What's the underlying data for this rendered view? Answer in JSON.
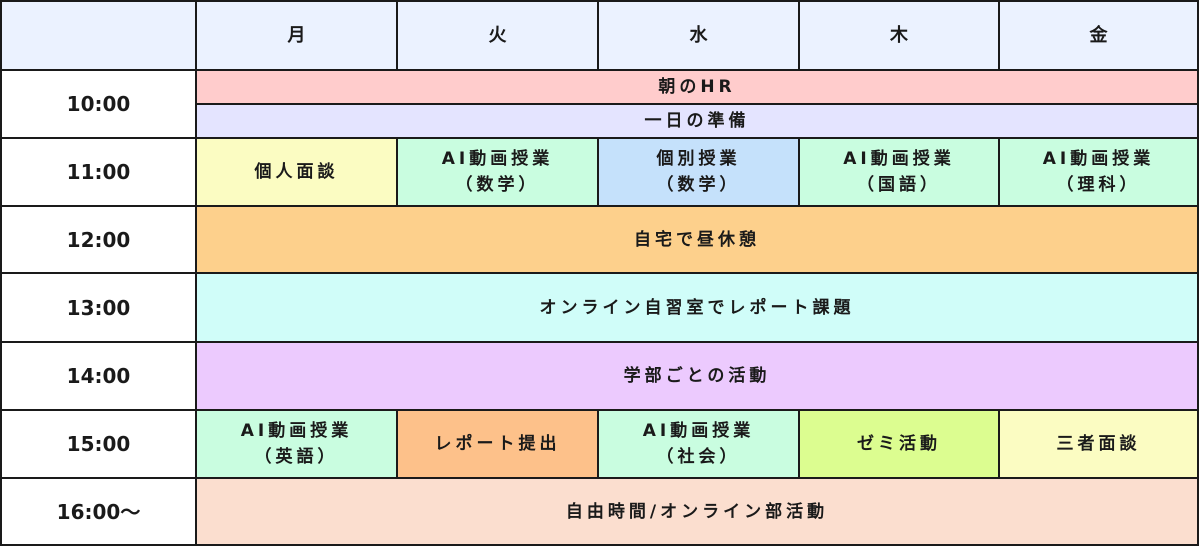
{
  "header": {
    "corner": "",
    "days": [
      "月",
      "火",
      "水",
      "木",
      "金"
    ]
  },
  "times": [
    "10:00",
    "11:00",
    "12:00",
    "13:00",
    "14:00",
    "15:00",
    "16:00～"
  ],
  "colors": {
    "header_bg": "#ebf2ff",
    "hr": "#ffcccc",
    "prep": "#e4e4ff",
    "interview": "#fbfcc2",
    "ai_video": "#c9fde0",
    "individual": "#c5e1fb",
    "lunch": "#fdd08c",
    "online_study": "#d0fdf9",
    "faculty": "#eccafe",
    "report": "#fdc18a",
    "seminar": "#dcfd90",
    "free": "#fbdecf"
  },
  "schedule": {
    "row10": {
      "hr": "朝のHR",
      "prep": "一日の準備"
    },
    "row11": [
      {
        "line1": "個人面談",
        "line2": ""
      },
      {
        "line1": "AI動画授業",
        "line2": "（数学）"
      },
      {
        "line1": "個別授業",
        "line2": "（数学）"
      },
      {
        "line1": "AI動画授業",
        "line2": "（国語）"
      },
      {
        "line1": "AI動画授業",
        "line2": "（理科）"
      }
    ],
    "row12": "自宅で昼休憩",
    "row13": "オンライン自習室でレポート課題",
    "row14": "学部ごとの活動",
    "row15": [
      {
        "line1": "AI動画授業",
        "line2": "（英語）"
      },
      {
        "line1": "レポート提出",
        "line2": ""
      },
      {
        "line1": "AI動画授業",
        "line2": "（社会）"
      },
      {
        "line1": "ゼミ活動",
        "line2": ""
      },
      {
        "line1": "三者面談",
        "line2": ""
      }
    ],
    "row16": "自由時間/オンライン部活動"
  }
}
